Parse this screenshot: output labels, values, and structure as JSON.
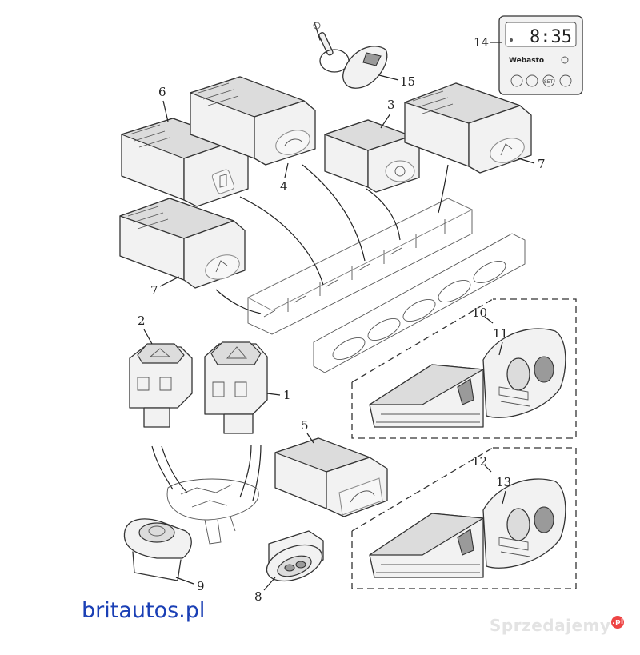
{
  "callouts": {
    "c1": "1",
    "c2": "2",
    "c3": "3",
    "c4": "4",
    "c5": "5",
    "c6": "6",
    "c7a": "7",
    "c7b": "7",
    "c8": "8",
    "c9": "9",
    "c10": "10",
    "c11": "11",
    "c12": "12",
    "c13": "13",
    "c14": "14",
    "c15": "15"
  },
  "timer": {
    "clock": "8:35",
    "brand": "Webasto",
    "set_label": "SET"
  },
  "footer": {
    "site": "britautos.pl",
    "watermark": "Sprzedajemy",
    "watermark_badge": ".pl"
  }
}
